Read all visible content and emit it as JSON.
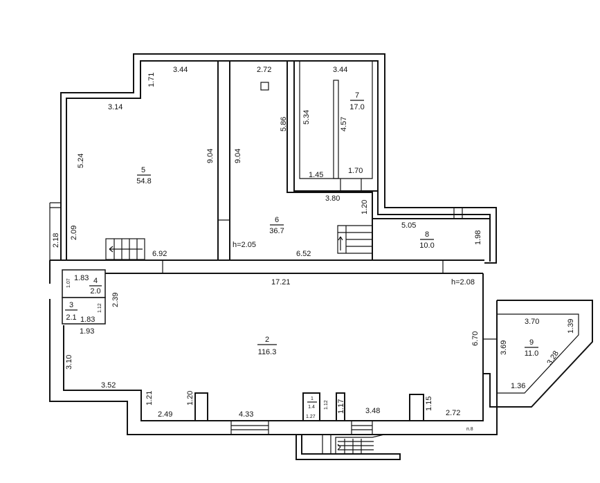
{
  "plan": {
    "rooms": [
      {
        "number": "2",
        "area": "116.3"
      },
      {
        "number": "3",
        "area": "2.1"
      },
      {
        "number": "4",
        "area": "2.0"
      },
      {
        "number": "5",
        "area": "54.8"
      },
      {
        "number": "6",
        "area": "36.7"
      },
      {
        "number": "7",
        "area": "17.0"
      },
      {
        "number": "8",
        "area": "10.0"
      },
      {
        "number": "9",
        "area": "11.0"
      },
      {
        "number": "1",
        "area": "1.4"
      }
    ],
    "heights": [
      "h=2.05",
      "h=2.08"
    ],
    "dimensions": [
      "3.44",
      "1.71",
      "3.14",
      "5.24",
      "9.04",
      "2.18",
      "2.09",
      "6.92",
      "2.72",
      "9.04",
      "5.86",
      "3.44",
      "5.34",
      "4.57",
      "1.45",
      "1.70",
      "3.80",
      "1.20",
      "6.52",
      "5.05",
      "1.98",
      "17.21",
      "1.07",
      "1.83",
      "2.39",
      "1.12",
      "1.83",
      "1.93",
      "3.10",
      "3.52",
      "1.21",
      "1.20",
      "2.49",
      "4.33",
      "1.12",
      "1.27",
      "1.17",
      "3.48",
      "1.15",
      "2.72",
      "6.70",
      "3.70",
      "1.39",
      "3.69",
      "3.28",
      "1.36"
    ],
    "note": "п.8"
  }
}
